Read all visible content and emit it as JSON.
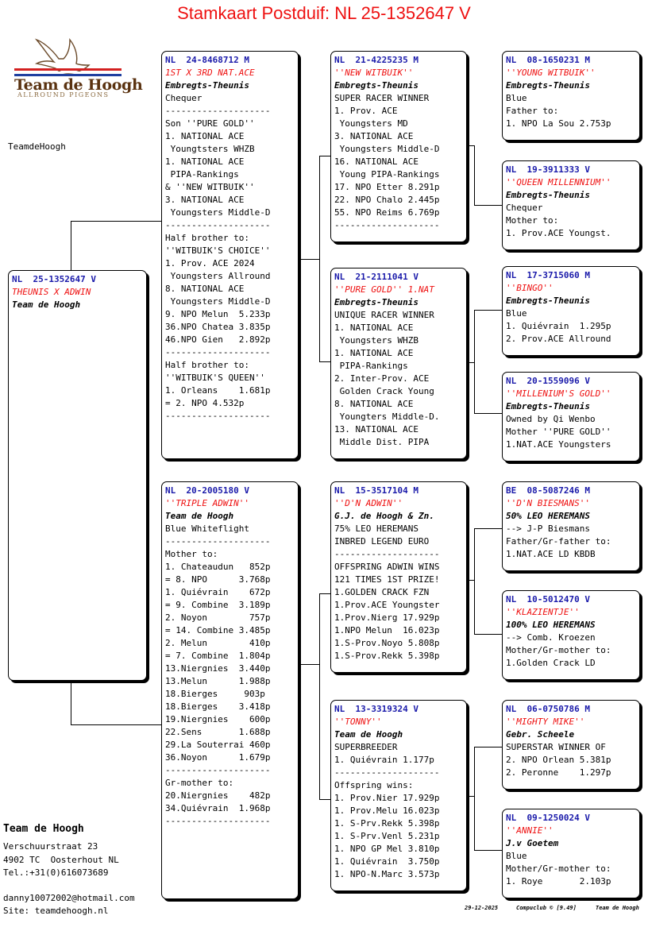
{
  "page": {
    "title": "Stamkaart Postduif: NL  25-1352647 V",
    "logo": {
      "brand": "Team de Hoogh",
      "sub": "ALLROUND PIGEONS"
    },
    "site_label": "TeamdeHoogh",
    "colors": {
      "title": "#ee1111",
      "ring": "#1a1aaa",
      "name": "#ee1111"
    }
  },
  "cards": {
    "subject": {
      "ring": "NL  25-1352647 V",
      "lines": [
        {
          "t": "THEUNIS X ADWIN",
          "s": "nm"
        },
        {
          "t": "Team de Hoogh",
          "s": "ow"
        }
      ]
    },
    "father": {
      "ring": "NL  24-8468712 M",
      "lines": [
        {
          "t": "1ST X 3RD NAT.ACE",
          "s": "nm"
        },
        {
          "t": "Embregts-Theunis",
          "s": "ow"
        },
        {
          "t": "Chequer"
        },
        {
          "t": "--------------------"
        },
        {
          "t": "Son ''PURE GOLD''"
        },
        {
          "t": "1. NATIONAL ACE"
        },
        {
          "t": " Youngtsters WHZB"
        },
        {
          "t": "1. NATIONAL ACE"
        },
        {
          "t": " PIPA-Rankings"
        },
        {
          "t": "& ''NEW WITBUIK''"
        },
        {
          "t": "3. NATIONAL ACE"
        },
        {
          "t": " Youngsters Middle-D"
        },
        {
          "t": "--------------------"
        },
        {
          "t": "Half brother to:"
        },
        {
          "t": "''WITBUIK'S CHOICE''"
        },
        {
          "t": "1. Prov. ACE 2024"
        },
        {
          "t": " Youngsters Allround"
        },
        {
          "t": "8. NATIONAL ACE"
        },
        {
          "t": " Youngsters Middle-D"
        },
        {
          "t": "9. NPO Melun  5.233p"
        },
        {
          "t": "36.NPO Chatea 3.835p"
        },
        {
          "t": "46.NPO Gien   2.892p"
        },
        {
          "t": "--------------------"
        },
        {
          "t": "Half brother to:"
        },
        {
          "t": "''WITBUIK'S QUEEN''"
        },
        {
          "t": "1. Orleans    1.681p"
        },
        {
          "t": "= 2. NPO 4.532p"
        },
        {
          "t": "--------------------"
        }
      ]
    },
    "mother": {
      "ring": "NL  20-2005180 V",
      "lines": [
        {
          "t": "''TRIPLE ADWIN''",
          "s": "nm"
        },
        {
          "t": "Team de Hoogh",
          "s": "ow"
        },
        {
          "t": "Blue Whiteflight"
        },
        {
          "t": "--------------------"
        },
        {
          "t": "Mother to:"
        },
        {
          "t": "1. Chateaudun   852p"
        },
        {
          "t": "= 8. NPO      3.768p"
        },
        {
          "t": "1. Quiévrain    672p"
        },
        {
          "t": "= 9. Combine  3.189p"
        },
        {
          "t": "2. Noyon        757p"
        },
        {
          "t": "= 14. Combine 3.485p"
        },
        {
          "t": "2. Melun        410p"
        },
        {
          "t": "= 7. Combine  1.804p"
        },
        {
          "t": "13.Niergnies  3.440p"
        },
        {
          "t": "13.Melun      1.988p"
        },
        {
          "t": "18.Bierges     903p"
        },
        {
          "t": "18.Bierges    3.418p"
        },
        {
          "t": "19.Niergnies    600p"
        },
        {
          "t": "22.Sens       1.688p"
        },
        {
          "t": "29.La Souterrai 460p"
        },
        {
          "t": "36.Noyon      1.679p"
        },
        {
          "t": "--------------------"
        },
        {
          "t": "Gr-mother to:"
        },
        {
          "t": "20.Niergnies    482p"
        },
        {
          "t": "34.Quiévrain  1.968p"
        },
        {
          "t": "--------------------"
        }
      ]
    },
    "ff": {
      "ring": "NL  21-4225235 M",
      "lines": [
        {
          "t": "''NEW WITBUIK''",
          "s": "nm"
        },
        {
          "t": "Embregts-Theunis",
          "s": "ow"
        },
        {
          "t": "SUPER RACER WINNER"
        },
        {
          "t": "1. Prov. ACE"
        },
        {
          "t": " Youngsters MD"
        },
        {
          "t": "3. NATIONAL ACE"
        },
        {
          "t": " Youngsters Middle-D"
        },
        {
          "t": "16. NATIONAL ACE"
        },
        {
          "t": " Young PIPA-Rankings"
        },
        {
          "t": "17. NPO Etter 8.291p"
        },
        {
          "t": "22. NPO Chalo 2.445p"
        },
        {
          "t": "55. NPO Reims 6.769p"
        },
        {
          "t": "--------------------"
        }
      ]
    },
    "fm": {
      "ring": "NL  21-2111041 V",
      "lines": [
        {
          "t": "''PURE GOLD'' 1.NAT",
          "s": "nm"
        },
        {
          "t": "Embregts-Theunis",
          "s": "ow"
        },
        {
          "t": "UNIQUE RACER WINNER"
        },
        {
          "t": "1. NATIONAL ACE"
        },
        {
          "t": " Youngsters WHZB"
        },
        {
          "t": "1. NATIONAL ACE"
        },
        {
          "t": " PIPA-Rankings"
        },
        {
          "t": "2. Inter-Prov. ACE"
        },
        {
          "t": " Golden Crack Young"
        },
        {
          "t": "8. NATIONAL ACE"
        },
        {
          "t": " Youngters Middle-D."
        },
        {
          "t": "13. NATIONAL ACE"
        },
        {
          "t": " Middle Dist. PIPA"
        }
      ]
    },
    "mf": {
      "ring": "NL  15-3517104 M",
      "lines": [
        {
          "t": "''D'N ADWIN''",
          "s": "nm"
        },
        {
          "t": "G.J. de Hoogh & Zn.",
          "s": "ow"
        },
        {
          "t": "75% LEO HEREMANS"
        },
        {
          "t": "INBRED LEGEND EURO"
        },
        {
          "t": "--------------------"
        },
        {
          "t": "OFFSPRING ADWIN WINS"
        },
        {
          "t": "121 TIMES 1ST PRIZE!"
        },
        {
          "t": "1.GOLDEN CRACK FZN"
        },
        {
          "t": "1.Prov.ACE Youngster"
        },
        {
          "t": "1.Prov.Nierg 17.929p"
        },
        {
          "t": "1.NPO Melun  16.023p"
        },
        {
          "t": "1.S-Prov.Noyo 5.808p"
        },
        {
          "t": "1.S-Prov.Rekk 5.398p"
        }
      ]
    },
    "mm": {
      "ring": "NL  13-3319324 V",
      "lines": [
        {
          "t": "''TONNY''",
          "s": "nm"
        },
        {
          "t": "Team de Hoogh",
          "s": "ow"
        },
        {
          "t": "SUPERBREEDER"
        },
        {
          "t": "1. Quiévrain 1.177p"
        },
        {
          "t": "--------------------"
        },
        {
          "t": "Offspring wins:"
        },
        {
          "t": "1. Prov.Nier 17.929p"
        },
        {
          "t": "1. Prov.Melu 16.023p"
        },
        {
          "t": "1. S-Prv.Rekk 5.398p"
        },
        {
          "t": "1. S-Prv.Venl 5.231p"
        },
        {
          "t": "1. NPO GP Mel 3.810p"
        },
        {
          "t": "1. Quiévrain  3.750p"
        },
        {
          "t": "1. NPO-N.Marc 3.573p"
        }
      ]
    },
    "fff": {
      "ring": "NL  08-1650231 M",
      "lines": [
        {
          "t": "''YOUNG WITBUIK''",
          "s": "nm"
        },
        {
          "t": "Embregts-Theunis",
          "s": "ow"
        },
        {
          "t": "Blue"
        },
        {
          "t": "Father to:"
        },
        {
          "t": "1. NPO La Sou 2.753p"
        }
      ]
    },
    "ffm": {
      "ring": "NL  19-3911333 V",
      "lines": [
        {
          "t": "''QUEEN MILLENNIUM''",
          "s": "nm"
        },
        {
          "t": "Embregts-Theunis",
          "s": "ow"
        },
        {
          "t": "Chequer"
        },
        {
          "t": "Mother to:"
        },
        {
          "t": "1. Prov.ACE Youngst."
        }
      ]
    },
    "fmf": {
      "ring": "NL  17-3715060 M",
      "lines": [
        {
          "t": "''BINGO''",
          "s": "nm"
        },
        {
          "t": "Embregts-Theunis",
          "s": "ow"
        },
        {
          "t": "Blue"
        },
        {
          "t": "1. Quiévrain  1.295p"
        },
        {
          "t": "2. Prov.ACE Allround"
        }
      ]
    },
    "fmm": {
      "ring": "NL  20-1559096 V",
      "lines": [
        {
          "t": "''MILLENIUM'S GOLD''",
          "s": "nm"
        },
        {
          "t": "Embregts-Theunis",
          "s": "ow"
        },
        {
          "t": "Owned by Qi Wenbo"
        },
        {
          "t": "Mother ''PURE GOLD''"
        },
        {
          "t": "1.NAT.ACE Youngsters"
        }
      ]
    },
    "mff": {
      "ring": "BE  08-5087246 M",
      "lines": [
        {
          "t": "''D'N BIESMANS''",
          "s": "nm"
        },
        {
          "t": "50% LEO HEREMANS",
          "s": "ow"
        },
        {
          "t": "--> J-P Biesmans"
        },
        {
          "t": "Father/Gr-father to:"
        },
        {
          "t": "1.NAT.ACE LD KBDB"
        }
      ]
    },
    "mfm": {
      "ring": "NL  10-5012470 V",
      "lines": [
        {
          "t": "''KLAZIENTJE''",
          "s": "nm"
        },
        {
          "t": "100% LEO HEREMANS",
          "s": "ow"
        },
        {
          "t": "--> Comb. Kroezen"
        },
        {
          "t": "Mother/Gr-mother to:"
        },
        {
          "t": "1.Golden Crack LD"
        }
      ]
    },
    "mmf": {
      "ring": "NL  06-0750786 M",
      "lines": [
        {
          "t": "''MIGHTY MIKE''",
          "s": "nm"
        },
        {
          "t": "Gebr. Scheele",
          "s": "ow"
        },
        {
          "t": "SUPERSTAR WINNER OF"
        },
        {
          "t": "2. NPO Orlean 5.381p"
        },
        {
          "t": "2. Peronne    1.297p"
        }
      ]
    },
    "mmm": {
      "ring": "NL  09-1250024 V",
      "lines": [
        {
          "t": "''ANNIE''",
          "s": "nm"
        },
        {
          "t": "J.v Goetem",
          "s": "ow"
        },
        {
          "t": "Blue"
        },
        {
          "t": "Mother/Gr-mother to:"
        },
        {
          "t": "1. Roye       2.103p"
        }
      ]
    }
  },
  "footer": {
    "name": "Team de Hoogh",
    "lines": [
      "Verschuurstraat 23",
      "4902 TC  Oosterhout NL",
      "Tel.:+31(0)616073689"
    ],
    "email": "danny10072002@hotmail.com",
    "site": "Site: teamdehoogh.nl",
    "date": "29-12-2025",
    "software": "Compuclub © [9.49]",
    "owner": "Team de Hoogh"
  }
}
